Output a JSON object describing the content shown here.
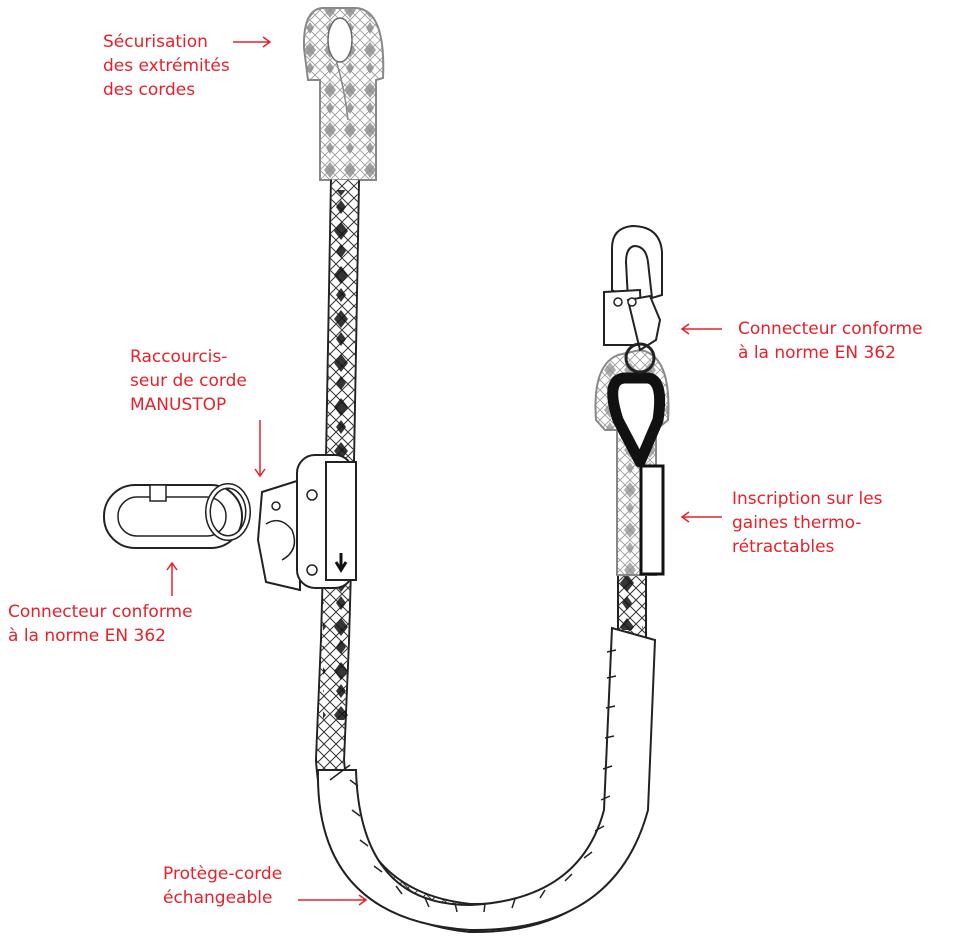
{
  "accent_color": "#e8202a",
  "labels": {
    "securisation": [
      "Sécurisation",
      "des extrémités",
      "des cordes"
    ],
    "raccourcisseur": [
      "Raccourcis-",
      "seur de corde",
      "MANUSTOP"
    ],
    "connecteur_left": [
      "Connecteur conforme",
      "à la norme EN 362"
    ],
    "connecteur_right": [
      "Connecteur conforme",
      "à la norme EN 362"
    ],
    "inscription": [
      "Inscription sur les",
      "gaines thermo-",
      "rétractables"
    ],
    "protege": [
      "Protège-corde",
      "échangeable"
    ]
  }
}
